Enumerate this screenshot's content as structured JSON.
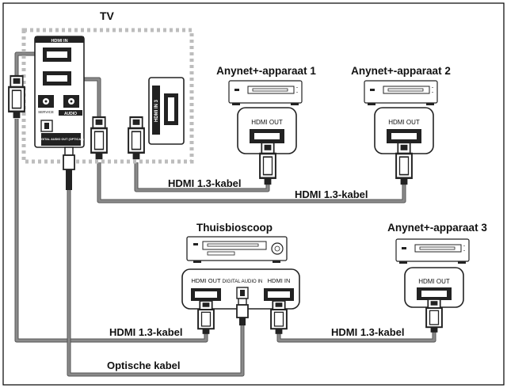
{
  "tv": {
    "title": "TV",
    "hdmi_in_label": "HDMI IN",
    "hdmi_in3_label": "HDMI IN 3",
    "service_label": "SERVICE",
    "audio_label": "AUDIO",
    "digital_audio_out_label": "DIGITAL AUDIO OUT (OPTICAL)"
  },
  "devices": {
    "anynet1": {
      "title": "Anynet+-apparaat 1",
      "port": "HDMI OUT"
    },
    "anynet2": {
      "title": "Anynet+-apparaat 2",
      "port": "HDMI OUT"
    },
    "anynet3": {
      "title": "Anynet+-apparaat 3",
      "port": "HDMI OUT"
    },
    "homecinema": {
      "title": "Thuisbioscoop",
      "port_hdmi_out": "HDMI OUT",
      "port_digital_audio_in": "DIGITAL AUDIO IN",
      "port_hdmi_in": "HDMI IN"
    }
  },
  "cables": {
    "hdmi_a": "HDMI 1.3-kabel",
    "hdmi_b": "HDMI 1.3-kabel",
    "hdmi_c": "HDMI 1.3-kabel",
    "hdmi_d": "HDMI 1.3-kabel",
    "optical": "Optische kabel"
  },
  "colors": {
    "cable": "#8a8a8a",
    "cable_dark": "#555555",
    "plug": "#2a2a2a",
    "tv_dots": "#bdbdbd",
    "frame": "#000000"
  }
}
